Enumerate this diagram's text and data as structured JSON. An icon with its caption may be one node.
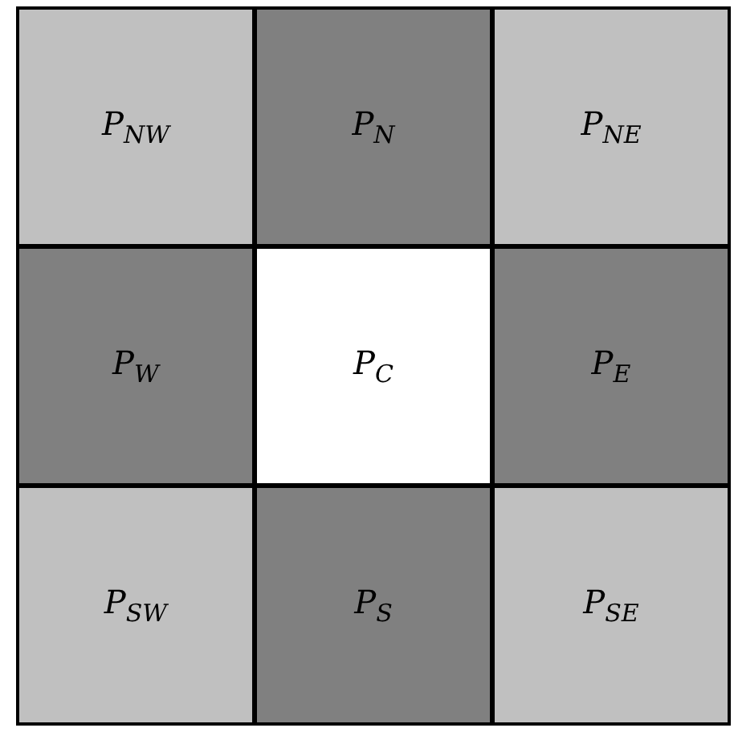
{
  "diagram": {
    "nodes": [
      {
        "text": [
          "P$_{NW}$"
        ]
      },
      {
        "text": [
          "P$_{N}$"
        ]
      },
      {
        "text": [
          "P$_{NE}$"
        ]
      },
      {
        "text": [
          "P$_{W}$"
        ]
      },
      {
        "text": [
          "P$_{C}$"
        ]
      },
      {
        "text": [
          "P$_{E}$"
        ]
      },
      {
        "text": [
          "P$_{SW}$"
        ]
      },
      {
        "text": [
          "P$_{S}$"
        ]
      },
      {
        "text": [
          "P$_{SE}$"
        ]
      }
    ]
  }
}
